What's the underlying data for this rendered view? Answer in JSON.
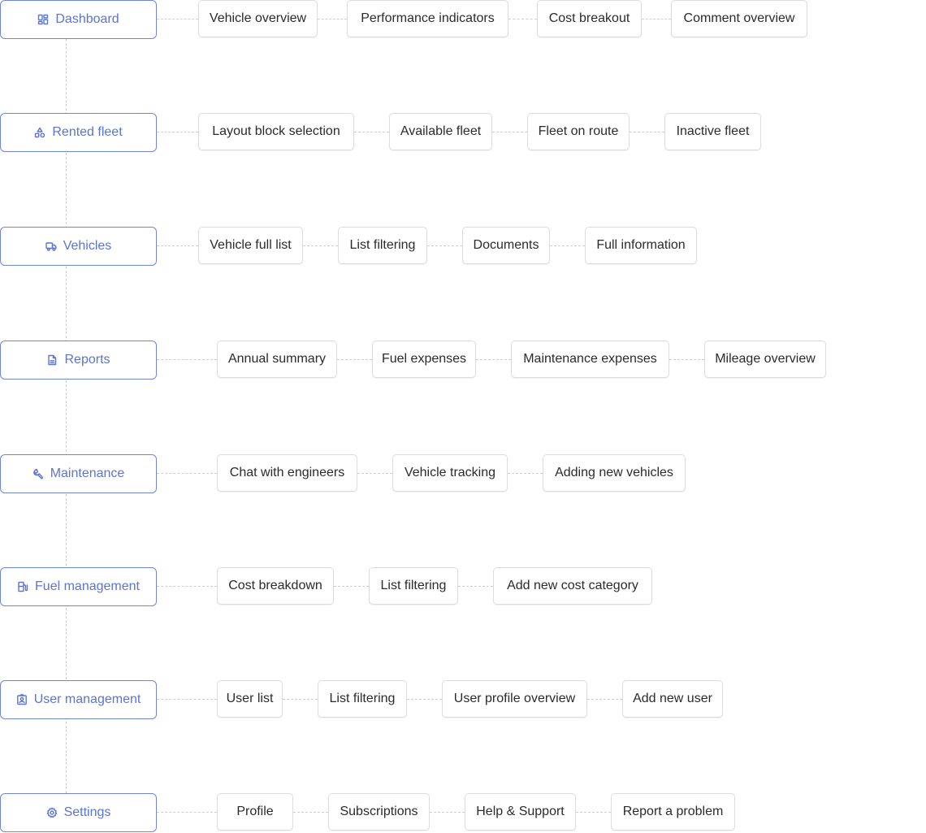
{
  "colors": {
    "accent": "#5b74d6",
    "accent_border": "#6f86dc",
    "child_border": "#dcdcdc",
    "connector": "#cfcfcf",
    "child_text": "#2b2b2b"
  },
  "sections": [
    {
      "label": "Dashboard",
      "icon": "dashboard-grid-icon",
      "children": [
        "Vehicle overview",
        "Performance indicators",
        "Cost breakout",
        "Comment overview"
      ]
    },
    {
      "label": "Rented fleet",
      "icon": "shapes-icon",
      "children": [
        "Layout block selection",
        "Available fleet",
        "Fleet on route",
        "Inactive fleet"
      ]
    },
    {
      "label": "Vehicles",
      "icon": "truck-icon",
      "children": [
        "Vehicle full list",
        "List filtering",
        "Documents",
        "Full information"
      ]
    },
    {
      "label": "Reports",
      "icon": "document-icon",
      "children": [
        "Annual summary",
        "Fuel expenses",
        "Maintenance expenses",
        "Mileage overview"
      ]
    },
    {
      "label": "Maintenance",
      "icon": "wrench-icon",
      "children": [
        "Chat with engineers",
        "Vehicle tracking",
        "Adding new vehicles"
      ]
    },
    {
      "label": "Fuel management",
      "icon": "fuel-pump-icon",
      "children": [
        "Cost breakdown",
        "List filtering",
        "Add new cost category"
      ]
    },
    {
      "label": "User management",
      "icon": "user-badge-icon",
      "children": [
        "User list",
        "List filtering",
        "User profile overview",
        "Add new user"
      ]
    },
    {
      "label": "Settings",
      "icon": "gear-icon",
      "children": [
        "Profile",
        "Subscriptions",
        "Help & Support",
        "Report a problem"
      ]
    }
  ]
}
